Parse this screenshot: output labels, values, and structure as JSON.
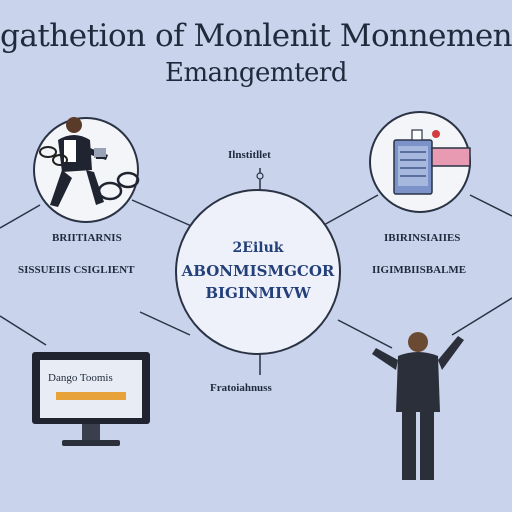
{
  "title": {
    "line1": "gathetion of Monlenit Monnemen",
    "line2": "Emangemterd"
  },
  "top_label": "Ilnstitllet",
  "bottom_label": "Fratoiahnuss",
  "center": {
    "line1": "2Eiluk",
    "line2": "ABONMISMGCOR",
    "line3": "BIGINMIVW"
  },
  "left_node": {
    "label1": "BRIITIARNIS",
    "label2": "SISSUEIIS CSIGLIENT"
  },
  "right_node": {
    "label1": "IBIRINSIAIIES",
    "label2": "IIGIMBIISBALME"
  },
  "monitor": {
    "screen_text": "Dango Toomis"
  },
  "colors": {
    "background": "#c9d3ec",
    "accent": "#e8a23a",
    "circle_fill": "#eef1fa",
    "line": "#2a3344"
  }
}
